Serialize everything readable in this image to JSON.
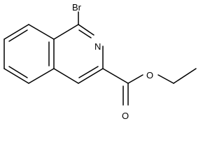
{
  "molecule": {
    "atom_labels": {
      "bromine": "Br",
      "nitrogen": "N",
      "ester_oxygen": "O",
      "carbonyl_oxygen": "O"
    }
  }
}
